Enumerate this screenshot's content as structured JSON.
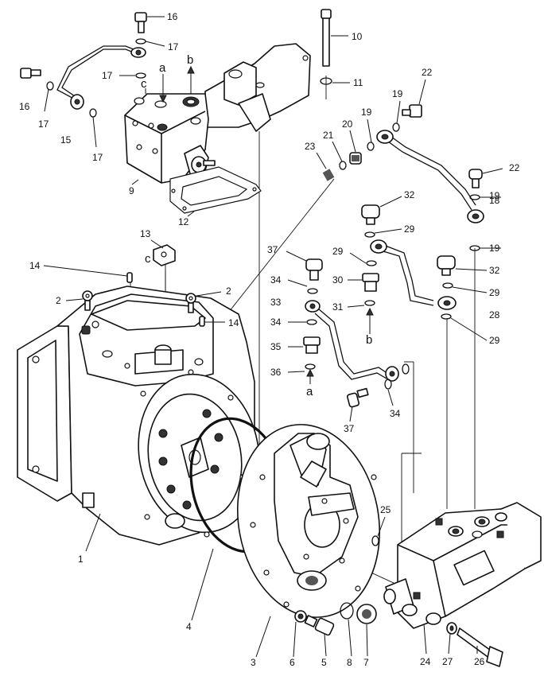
{
  "diagram": {
    "callouts": [
      {
        "id": "c1",
        "text": "1"
      },
      {
        "id": "c2a",
        "text": "2"
      },
      {
        "id": "c2b",
        "text": "2"
      },
      {
        "id": "c3",
        "text": "3"
      },
      {
        "id": "c4",
        "text": "4"
      },
      {
        "id": "c5",
        "text": "5"
      },
      {
        "id": "c6",
        "text": "6"
      },
      {
        "id": "c7",
        "text": "7"
      },
      {
        "id": "c8",
        "text": "8"
      },
      {
        "id": "c9",
        "text": "9"
      },
      {
        "id": "c10",
        "text": "10"
      },
      {
        "id": "c11",
        "text": "11"
      },
      {
        "id": "c12",
        "text": "12"
      },
      {
        "id": "c13",
        "text": "13"
      },
      {
        "id": "c14a",
        "text": "14"
      },
      {
        "id": "c14b",
        "text": "14"
      },
      {
        "id": "c15",
        "text": "15"
      },
      {
        "id": "c16a",
        "text": "16"
      },
      {
        "id": "c16b",
        "text": "16"
      },
      {
        "id": "c17a",
        "text": "17"
      },
      {
        "id": "c17b",
        "text": "17"
      },
      {
        "id": "c17c",
        "text": "17"
      },
      {
        "id": "c17d",
        "text": "17"
      },
      {
        "id": "c18",
        "text": "18"
      },
      {
        "id": "c19a",
        "text": "19"
      },
      {
        "id": "c19b",
        "text": "19"
      },
      {
        "id": "c19c",
        "text": "19"
      },
      {
        "id": "c19d",
        "text": "19"
      },
      {
        "id": "c20",
        "text": "20"
      },
      {
        "id": "c21",
        "text": "21"
      },
      {
        "id": "c22a",
        "text": "22"
      },
      {
        "id": "c22b",
        "text": "22"
      },
      {
        "id": "c23",
        "text": "23"
      },
      {
        "id": "c24",
        "text": "24"
      },
      {
        "id": "c25",
        "text": "25"
      },
      {
        "id": "c26",
        "text": "26"
      },
      {
        "id": "c27",
        "text": "27"
      },
      {
        "id": "c28",
        "text": "28"
      },
      {
        "id": "c29a",
        "text": "29"
      },
      {
        "id": "c29b",
        "text": "29"
      },
      {
        "id": "c29c",
        "text": "29"
      },
      {
        "id": "c29d",
        "text": "29"
      },
      {
        "id": "c30",
        "text": "30"
      },
      {
        "id": "c31",
        "text": "31"
      },
      {
        "id": "c32a",
        "text": "32"
      },
      {
        "id": "c32b",
        "text": "32"
      },
      {
        "id": "c33",
        "text": "33"
      },
      {
        "id": "c34a",
        "text": "34"
      },
      {
        "id": "c34b",
        "text": "34"
      },
      {
        "id": "c34c",
        "text": "34"
      },
      {
        "id": "c35",
        "text": "35"
      },
      {
        "id": "c36",
        "text": "36"
      },
      {
        "id": "c37a",
        "text": "37"
      },
      {
        "id": "c37b",
        "text": "37"
      }
    ],
    "port_marks": [
      {
        "id": "pa1",
        "text": "a"
      },
      {
        "id": "pb1",
        "text": "b"
      },
      {
        "id": "pc1",
        "text": "c"
      },
      {
        "id": "pc2",
        "text": "c"
      },
      {
        "id": "pb2",
        "text": "b"
      },
      {
        "id": "pa2",
        "text": "a"
      }
    ]
  }
}
